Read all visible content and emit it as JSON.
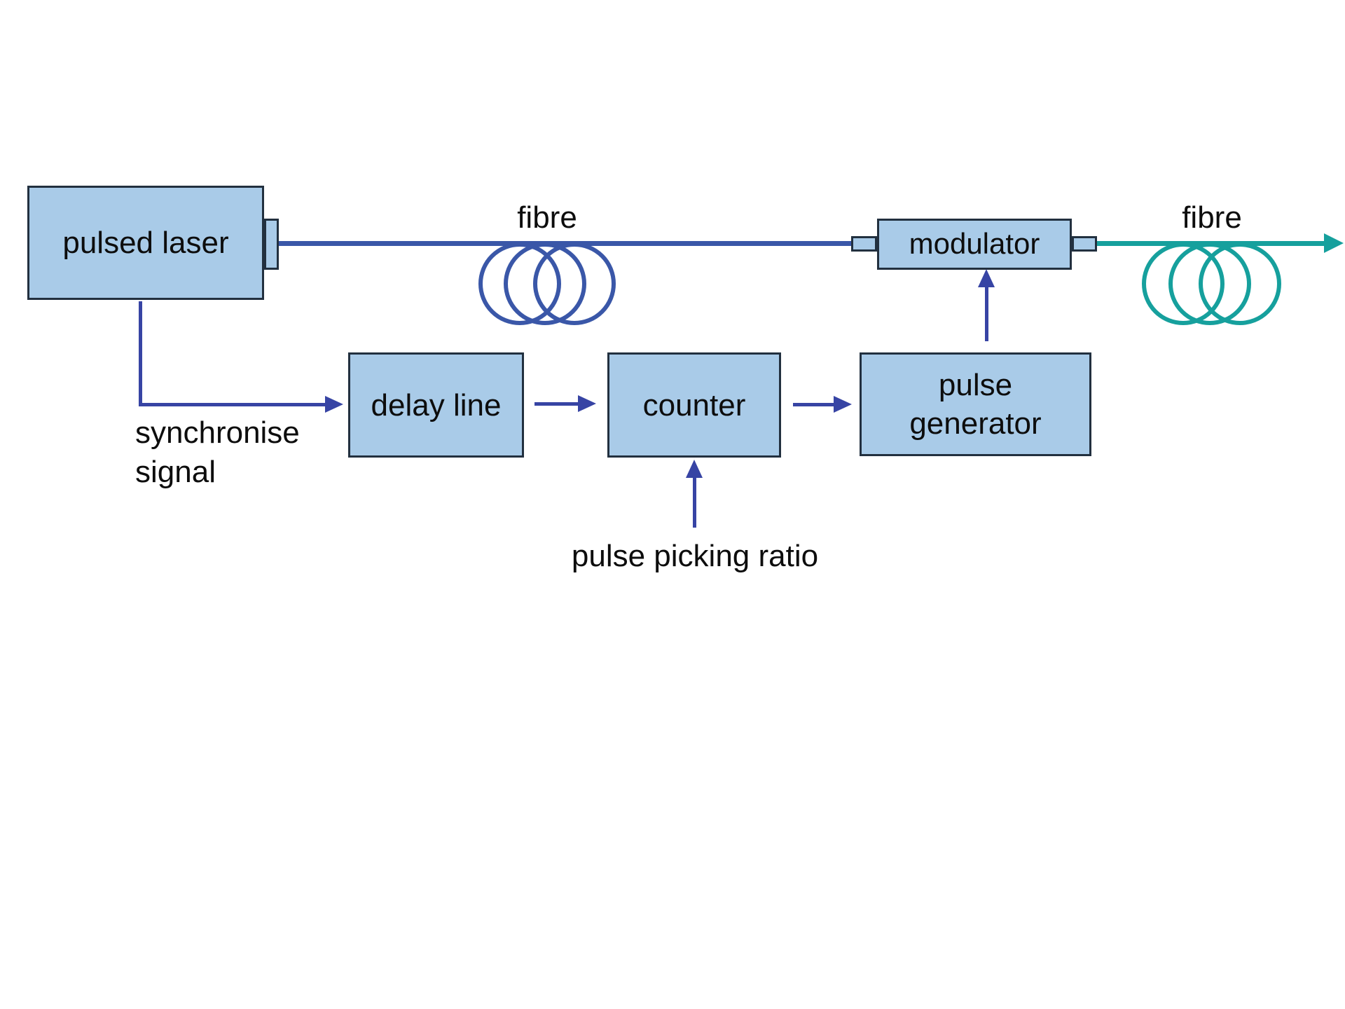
{
  "diagram": {
    "nodes": {
      "pulsed_laser": {
        "label": "pulsed laser"
      },
      "modulator": {
        "label": "modulator"
      },
      "delay_line": {
        "label": "delay line"
      },
      "counter": {
        "label": "counter"
      },
      "pulse_generator": {
        "label": "pulse generator"
      }
    },
    "labels": {
      "fibre_left": "fibre",
      "fibre_right": "fibre",
      "synchronise_signal": "synchronise signal",
      "pulse_picking_ratio": "pulse picking ratio"
    },
    "colors": {
      "box_fill": "#a9cbe8",
      "box_border": "#22303f",
      "fibre_blue": "#3a57a8",
      "fibre_teal": "#16a09d",
      "arrow_blue": "#3744a4",
      "text": "#0d0d0d"
    }
  }
}
